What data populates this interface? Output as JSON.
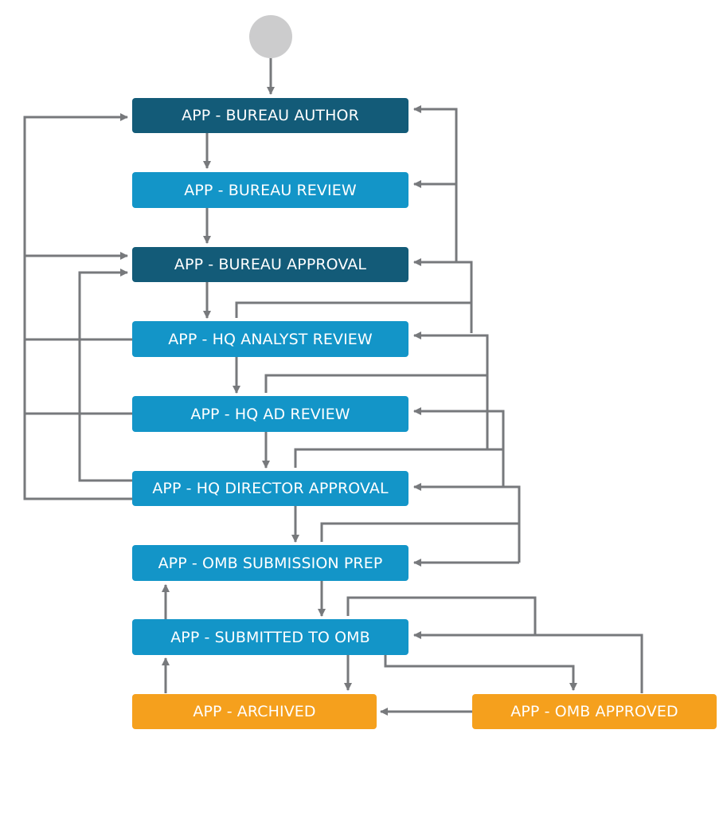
{
  "colors": {
    "dark": "#135b78",
    "blue": "#1395c8",
    "orange": "#f5a01d",
    "start": "#cccccd",
    "arrow": "#77797c"
  },
  "states": {
    "bureau_author": "APP - BUREAU AUTHOR",
    "bureau_review": "APP - BUREAU REVIEW",
    "bureau_approval": "APP - BUREAU APPROVAL",
    "hq_analyst_review": "APP - HQ ANALYST REVIEW",
    "hq_ad_review": "APP - HQ AD REVIEW",
    "hq_director_approval": "APP - HQ DIRECTOR APPROVAL",
    "omb_submission_prep": "APP - OMB SUBMISSION PREP",
    "submitted_to_omb": "APP - SUBMITTED TO OMB",
    "archived": "APP - ARCHIVED",
    "omb_approved": "APP - OMB APPROVED"
  }
}
